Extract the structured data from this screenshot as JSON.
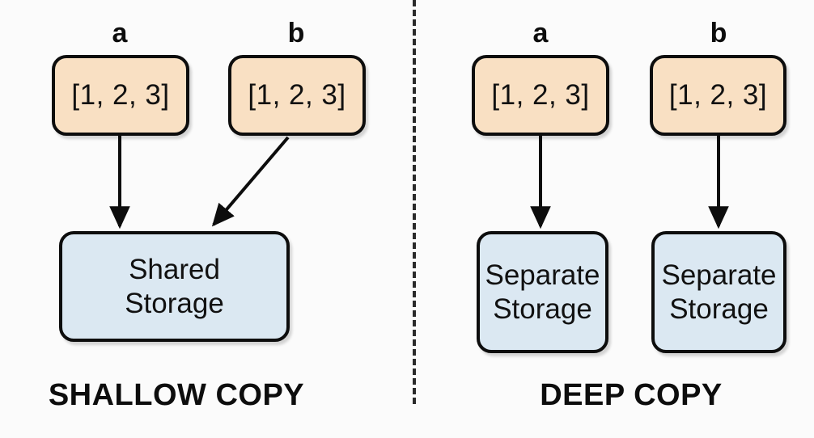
{
  "figure": {
    "background_color": "#fbfbfb",
    "value_box_color": "#f9e0c3",
    "storage_box_color": "#dbe8f2",
    "stroke_color": "#0d0d0d",
    "divider_style": "dashed-vertical"
  },
  "panels": [
    {
      "id": "shallow",
      "caption": "SHALLOW COPY",
      "variables": [
        {
          "name": "a",
          "value": "[1, 2, 3]"
        },
        {
          "name": "b",
          "value": "[1, 2, 3]"
        }
      ],
      "storage": [
        {
          "line1": "Shared",
          "line2": "Storage"
        }
      ],
      "arrows": [
        {
          "from": "a",
          "to": "shared-storage"
        },
        {
          "from": "b",
          "to": "shared-storage"
        }
      ]
    },
    {
      "id": "deep",
      "caption": "DEEP COPY",
      "variables": [
        {
          "name": "a",
          "value": "[1, 2, 3]"
        },
        {
          "name": "b",
          "value": "[1, 2, 3]"
        }
      ],
      "storage": [
        {
          "line1": "Separate",
          "line2": "Storage"
        },
        {
          "line1": "Separate",
          "line2": "Storage"
        }
      ],
      "arrows": [
        {
          "from": "a",
          "to": "separate-storage-a"
        },
        {
          "from": "b",
          "to": "separate-storage-b"
        }
      ]
    }
  ]
}
